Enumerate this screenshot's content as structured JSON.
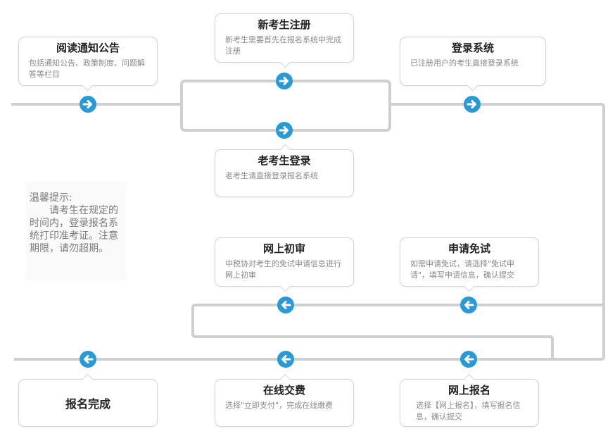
{
  "steps": {
    "read_notice": {
      "title": "阅读通知公告",
      "desc": "包括通知公告、政策制度、问题解答等栏目"
    },
    "new_register": {
      "title": "新考生注册",
      "desc": "新考生需要首先在报名系统中完成注册"
    },
    "login": {
      "title": "登录系统",
      "desc": "已注册用户的考生直接登录系统"
    },
    "old_login": {
      "title": "老考生登录",
      "desc": "老考生请直接登录报名系统"
    },
    "online_review": {
      "title": "网上初审",
      "desc": "中税协对考生的免试申请信息进行网上初审"
    },
    "apply_exempt": {
      "title": "申请免试",
      "desc": "如需申请免试，请选择\"免试申请\"，填写申请信息，确认提交"
    },
    "done": {
      "title": "报名完成"
    },
    "payment": {
      "title": "在线交费",
      "desc": "选择\"立即支付\"，完成在线缴费"
    },
    "online_signup": {
      "title": "网上报名",
      "desc": "选择【网上报名】，填写报名信息，确认提交"
    }
  },
  "tip": {
    "heading": "温馨提示:",
    "body": "请考生在规定的时间内，登录报名系统打印准考证。注意期限，请勿超期。"
  },
  "colors": {
    "line": "#cfcfcf",
    "node": "#2b9ad4",
    "title": "#222222",
    "desc": "#8a8a8a"
  }
}
